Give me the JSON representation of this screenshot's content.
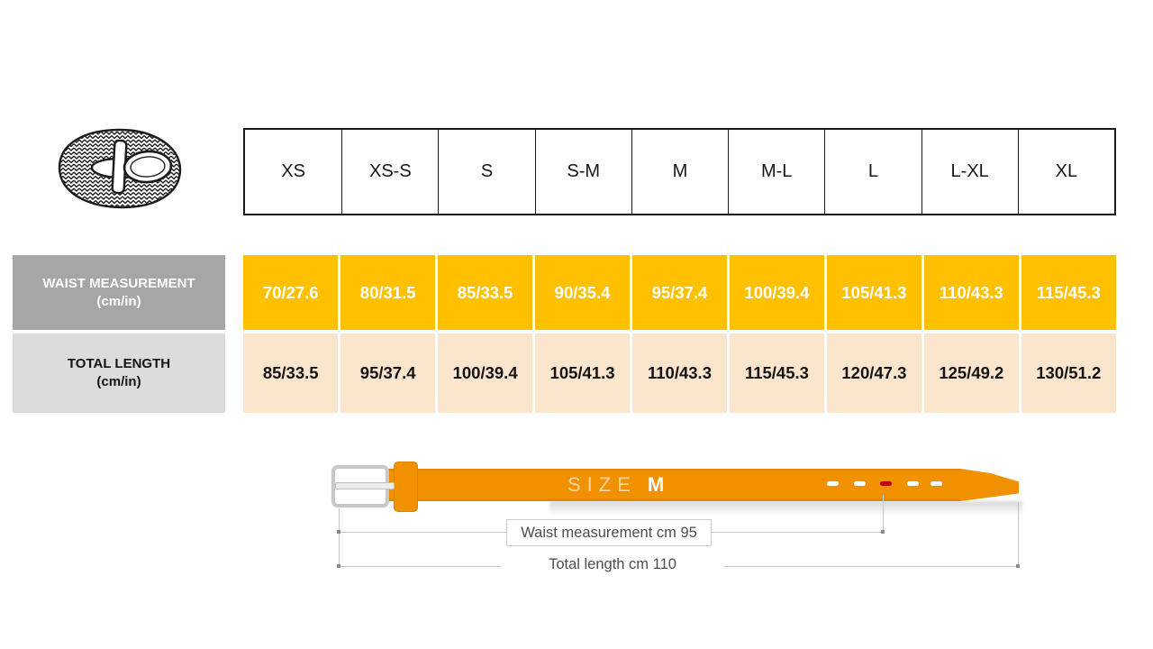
{
  "table": {
    "sizes": [
      "XS",
      "XS-S",
      "S",
      "S-M",
      "M",
      "M-L",
      "L",
      "L-XL",
      "XL"
    ],
    "waist_row": {
      "label_line1": "WAIST MEASUREMENT",
      "label_line2": "(cm/in)",
      "values": [
        "70/27.6",
        "80/31.5",
        "85/33.5",
        "90/35.4",
        "95/37.4",
        "100/39.4",
        "105/41.3",
        "110/43.3",
        "115/45.3"
      ]
    },
    "length_row": {
      "label_line1": "TOTAL LENGTH",
      "label_line2": "(cm/in)",
      "values": [
        "85/33.5",
        "95/37.4",
        "100/39.4",
        "105/41.3",
        "110/43.3",
        "115/45.3",
        "120/47.3",
        "125/49.2",
        "130/51.2"
      ]
    }
  },
  "diagram": {
    "size_word": "SIZE",
    "size_value": "M",
    "waist_caption": "Waist measurement cm 95",
    "length_caption": "Total length cm 110",
    "hole_count": "5",
    "highlighted_hole_index": "3"
  },
  "colors": {
    "table_border": "#1a1a1a",
    "waist_cell_bg": "#ffc000",
    "waist_cell_text": "#ffffff",
    "waist_label_bg": "#a6a6a6",
    "length_cell_bg": "#fce5cd",
    "length_label_bg": "#dcdcdc",
    "belt_orange": "#f29100",
    "hole_marker_red": "#c00000",
    "guide_line": "#c6c6c6",
    "diagram_text": "#4d4d4d"
  }
}
